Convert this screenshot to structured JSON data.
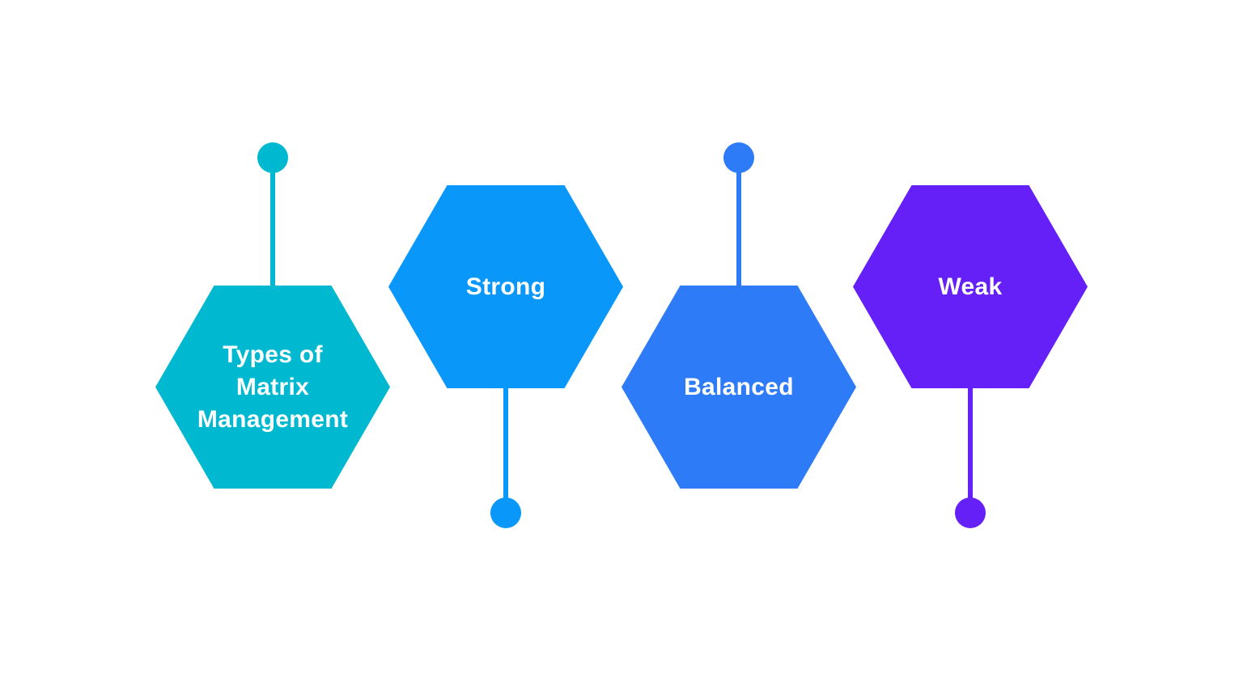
{
  "background": "#ffffff",
  "text_color": "#ffffff",
  "nodes": [
    {
      "id": "types-of-matrix-management",
      "label": "Types of\nMatrix\nManagement",
      "color": "#00b9d1",
      "connector_position": "top"
    },
    {
      "id": "strong",
      "label": "Strong",
      "color": "#0997fa",
      "connector_position": "bottom"
    },
    {
      "id": "balanced",
      "label": "Balanced",
      "color": "#2e7bf8",
      "connector_position": "top"
    },
    {
      "id": "weak",
      "label": "Weak",
      "color": "#6420f6",
      "connector_position": "bottom"
    }
  ]
}
